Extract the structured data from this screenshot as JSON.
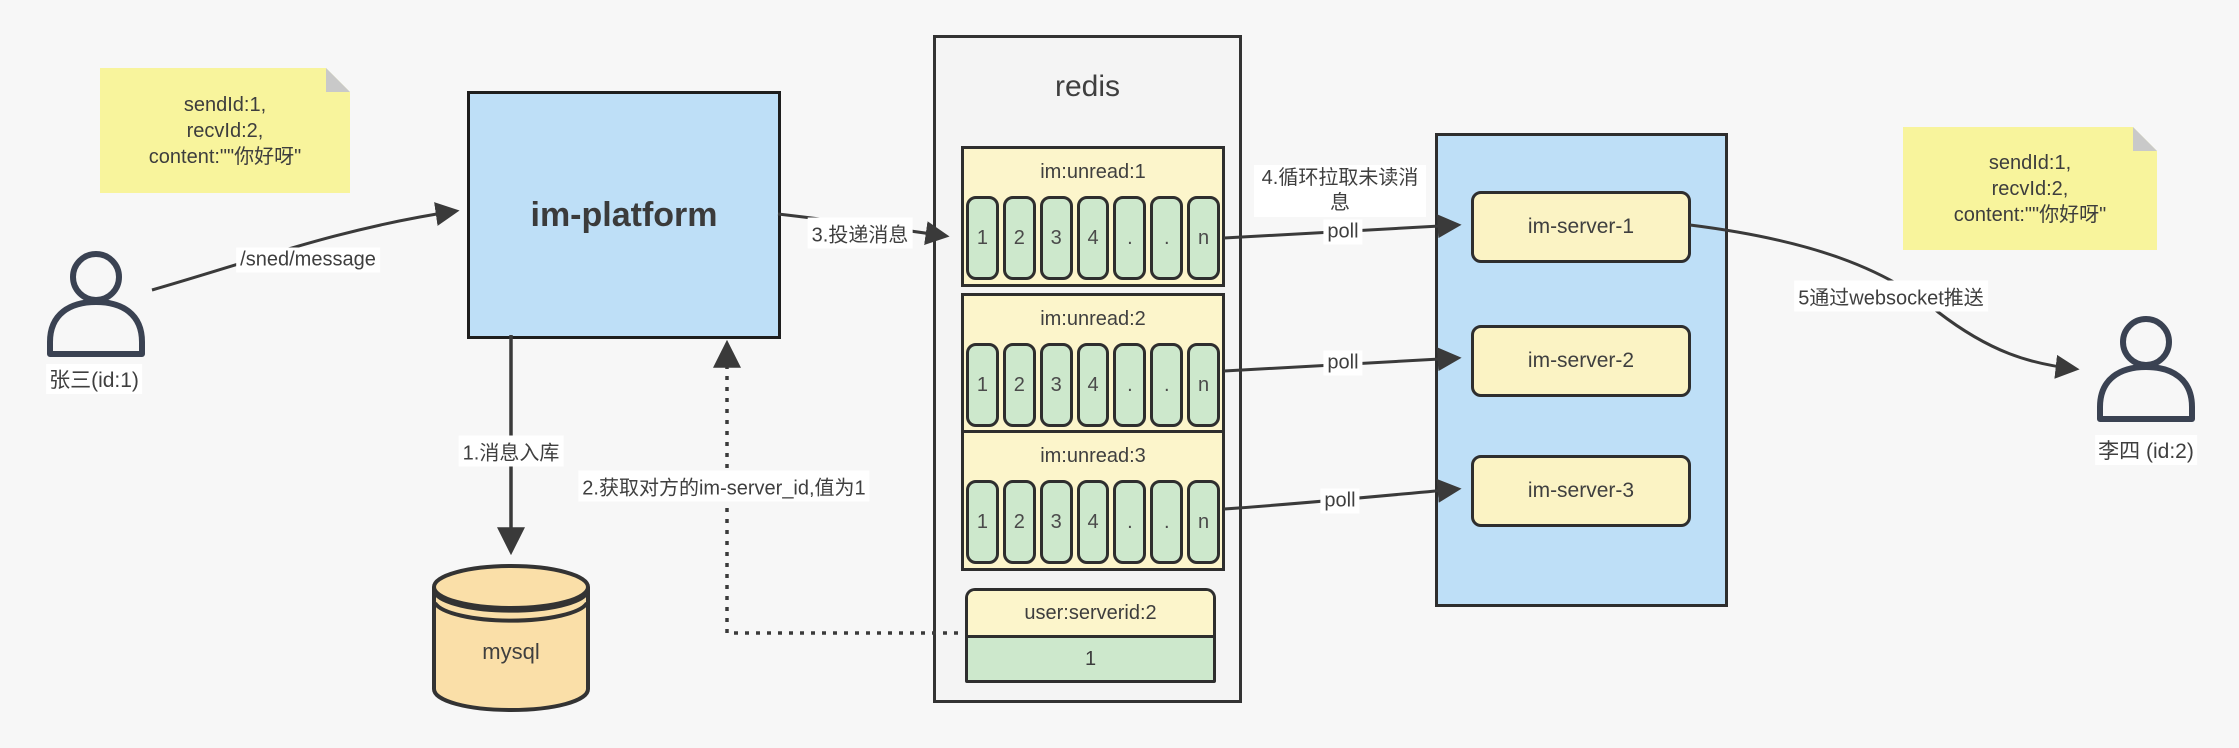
{
  "colors": {
    "background": "#f7f7f7",
    "note_yellow": "#f8f49c",
    "note_fold_gray": "#c9c9c9",
    "platform_blue": "#bedff7",
    "redis_container_gray": "#f4f4f4",
    "queue_header_yellow": "#fcf5cb",
    "cell_green": "#cde8cc",
    "server_box_yellow": "#fbf3c4",
    "mysql_tan": "#fadfa8",
    "stroke_dark": "#333333",
    "person_stroke": "#3a4252"
  },
  "notes": {
    "left": {
      "lines": [
        "sendId:1,",
        "recvId:2,",
        "content:\"\"你好呀\""
      ]
    },
    "right": {
      "lines": [
        "sendId:1,",
        "recvId:2,",
        "content:\"\"你好呀\""
      ]
    }
  },
  "actors": {
    "sender": {
      "label": "张三(id:1)",
      "icon": "person-icon"
    },
    "receiver": {
      "label": "李四 (id:2)",
      "icon": "person-icon"
    }
  },
  "platform": {
    "label": "im-platform"
  },
  "database": {
    "label": "mysql",
    "icon": "database-cylinder-icon"
  },
  "redis": {
    "title": "redis",
    "queues": [
      {
        "name": "im:unread:1",
        "cells": [
          "1",
          "2",
          "3",
          "4",
          ".",
          ".",
          "n"
        ]
      },
      {
        "name": "im:unread:2",
        "cells": [
          "1",
          "2",
          "3",
          "4",
          ".",
          ".",
          "n"
        ]
      },
      {
        "name": "im:unread:3",
        "cells": [
          "1",
          "2",
          "3",
          "4",
          ".",
          ".",
          "n"
        ]
      }
    ],
    "kv": {
      "key": "user:serverid:2",
      "value": "1"
    }
  },
  "servers": [
    {
      "label": "im-server-1"
    },
    {
      "label": "im-server-2"
    },
    {
      "label": "im-server-3"
    }
  ],
  "edges": {
    "send": "/sned/message",
    "store": "1.消息入库",
    "lookup": "2.获取对方的im-server_id,值为1",
    "deliver": "3.投递消息",
    "pull": "4.循环拉取未读消息",
    "poll_1": "poll",
    "poll_2": "poll",
    "poll_3": "poll",
    "push": "5通过websocket推送"
  }
}
